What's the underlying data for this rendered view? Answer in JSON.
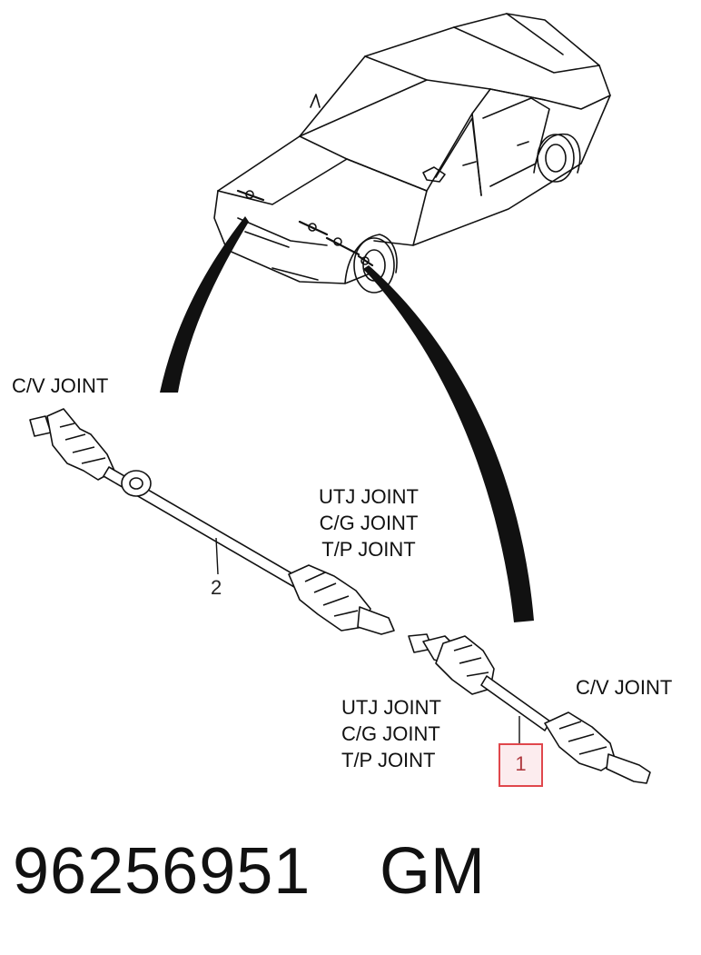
{
  "labels": {
    "cv_joint_left": "C/V JOINT",
    "cv_joint_right": "C/V JOINT",
    "upper_group": [
      "UTJ JOINT",
      "C/G JOINT",
      "T/P JOINT"
    ],
    "lower_group": [
      "UTJ JOINT",
      "C/G JOINT",
      "T/P JOINT"
    ]
  },
  "callouts": {
    "shaft_2": "2",
    "shaft_1": "1"
  },
  "footer": {
    "part_number": "96256951",
    "brand": "GM"
  },
  "colors": {
    "line": "#111111",
    "highlight_border": "#e0474c"
  }
}
